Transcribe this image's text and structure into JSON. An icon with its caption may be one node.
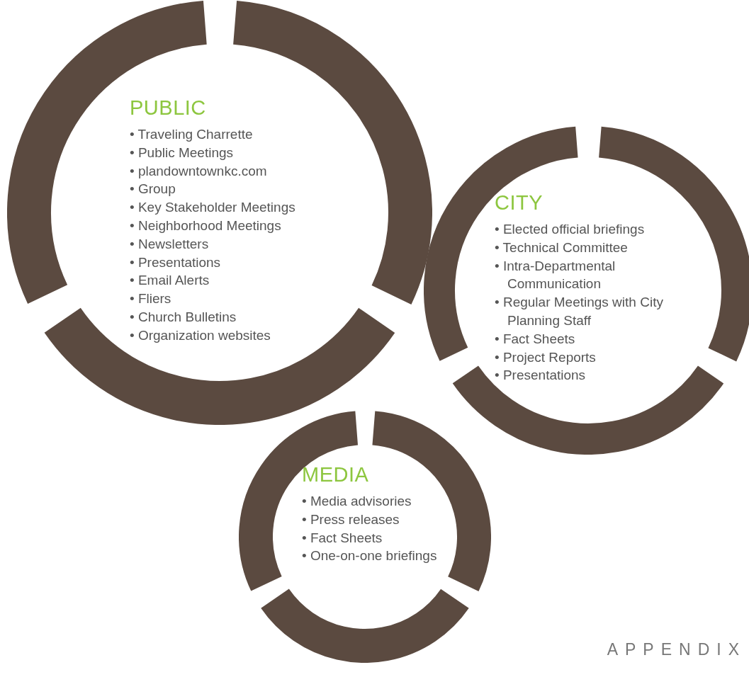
{
  "diagram": {
    "nodes": [
      {
        "text": [
          "PUBLIC",
          "• Traveling Charrette",
          "• Public Meetings",
          "• plandowntownkc.com",
          "• Group",
          "• Key Stakeholder Meetings",
          "• Neighborhood Meetings",
          "• Newsletters",
          "• Presentations",
          "• Email Alerts",
          "• Fliers",
          "• Church Bulletins",
          "• Organization websites"
        ]
      },
      {
        "text": [
          "CITY",
          "• Elected official briefings",
          "• Technical Committee",
          "• Intra-Departmental Communication",
          "• Regular Meetings with City Planning Staff",
          "• Fact Sheets",
          "• Project Reports",
          "• Presentations"
        ]
      },
      {
        "text": [
          "MEDIA",
          "• Media advisories",
          "• Press releases",
          "• Fact Sheets",
          "• One-on-one briefings"
        ]
      }
    ],
    "labels": [
      "APPENDIX"
    ]
  }
}
